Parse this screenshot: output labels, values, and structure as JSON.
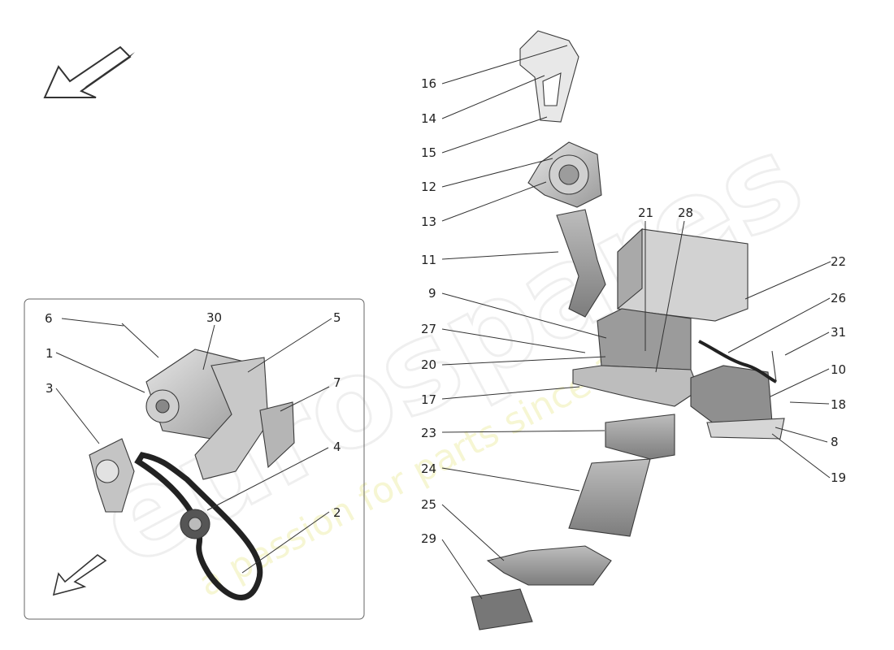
{
  "watermark": {
    "brand": "eurospares",
    "tagline": "a passion for parts since 1985"
  },
  "labels": [
    {
      "id": "1",
      "text": "1"
    },
    {
      "id": "2",
      "text": "2"
    },
    {
      "id": "3",
      "text": "3"
    },
    {
      "id": "4",
      "text": "4"
    },
    {
      "id": "5",
      "text": "5"
    },
    {
      "id": "6",
      "text": "6"
    },
    {
      "id": "7",
      "text": "7"
    },
    {
      "id": "8",
      "text": "8"
    },
    {
      "id": "9",
      "text": "9"
    },
    {
      "id": "10",
      "text": "10"
    },
    {
      "id": "11",
      "text": "11"
    },
    {
      "id": "12",
      "text": "12"
    },
    {
      "id": "13",
      "text": "13"
    },
    {
      "id": "14",
      "text": "14"
    },
    {
      "id": "15",
      "text": "15"
    },
    {
      "id": "16",
      "text": "16"
    },
    {
      "id": "17",
      "text": "17"
    },
    {
      "id": "18",
      "text": "18"
    },
    {
      "id": "19",
      "text": "19"
    },
    {
      "id": "20",
      "text": "20"
    },
    {
      "id": "21",
      "text": "21"
    },
    {
      "id": "22",
      "text": "22"
    },
    {
      "id": "23",
      "text": "23"
    },
    {
      "id": "24",
      "text": "24"
    },
    {
      "id": "25",
      "text": "25"
    },
    {
      "id": "26",
      "text": "26"
    },
    {
      "id": "27",
      "text": "27"
    },
    {
      "id": "28",
      "text": "28"
    },
    {
      "id": "29",
      "text": "29"
    },
    {
      "id": "30",
      "text": "30"
    },
    {
      "id": "31",
      "text": "31"
    }
  ]
}
